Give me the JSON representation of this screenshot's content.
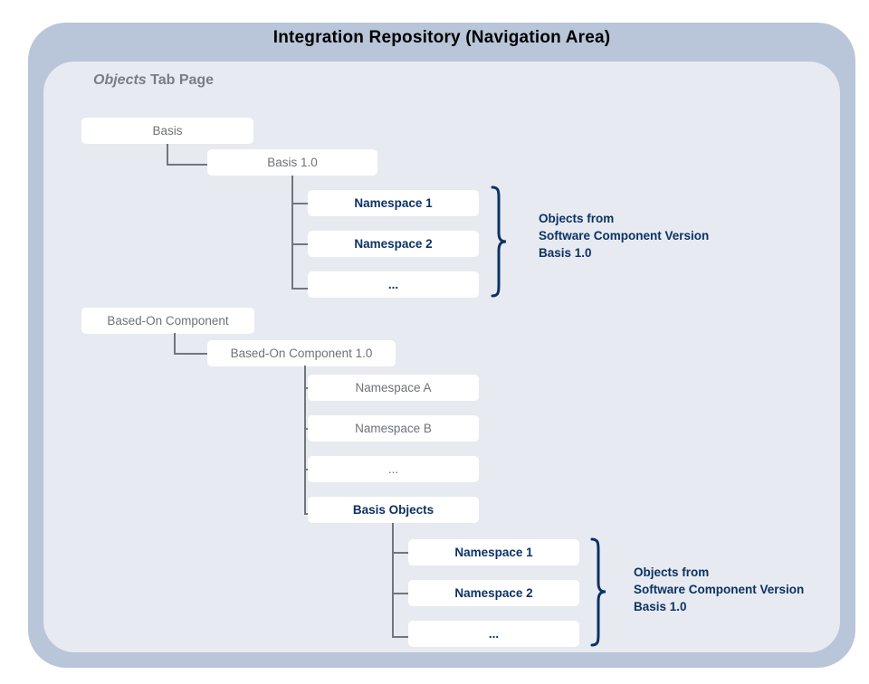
{
  "colors": {
    "frame": "#b9c5d8",
    "panel": "#e7eaf0",
    "node_fill": "#ffffff",
    "node_text": "#6f7276",
    "highlight_text": "#0c3264",
    "connector": "#737679",
    "title_text": "#000000",
    "tab_label_text": "#7a7d82"
  },
  "header": {
    "title": "Integration Repository (Navigation Area)"
  },
  "tab_page": {
    "emphasis": "Objects",
    "suffix": " Tab Page"
  },
  "tree": {
    "group_one": {
      "root": "Basis",
      "version": "Basis 1.0",
      "children": [
        {
          "label": "Namespace 1",
          "highlight": true
        },
        {
          "label": "Namespace 2",
          "highlight": true
        },
        {
          "label": "...",
          "highlight": true
        }
      ]
    },
    "group_two": {
      "root": "Based-On Component",
      "version": "Based-On Component 1.0",
      "children": [
        {
          "label": "Namespace A",
          "highlight": false
        },
        {
          "label": "Namespace B",
          "highlight": false
        },
        {
          "label": "...",
          "highlight": false
        },
        {
          "label": "Basis Objects",
          "highlight": true
        }
      ],
      "nested_children": [
        {
          "label": "Namespace 1",
          "highlight": true
        },
        {
          "label": "Namespace 2",
          "highlight": true
        },
        {
          "label": "...",
          "highlight": true
        }
      ]
    }
  },
  "annotations": {
    "top": {
      "line1": "Objects from",
      "line2": "Software Component Version",
      "line3": "Basis 1.0"
    },
    "bottom": {
      "line1": "Objects from",
      "line2": "Software Component Version",
      "line3": "Basis 1.0"
    }
  }
}
